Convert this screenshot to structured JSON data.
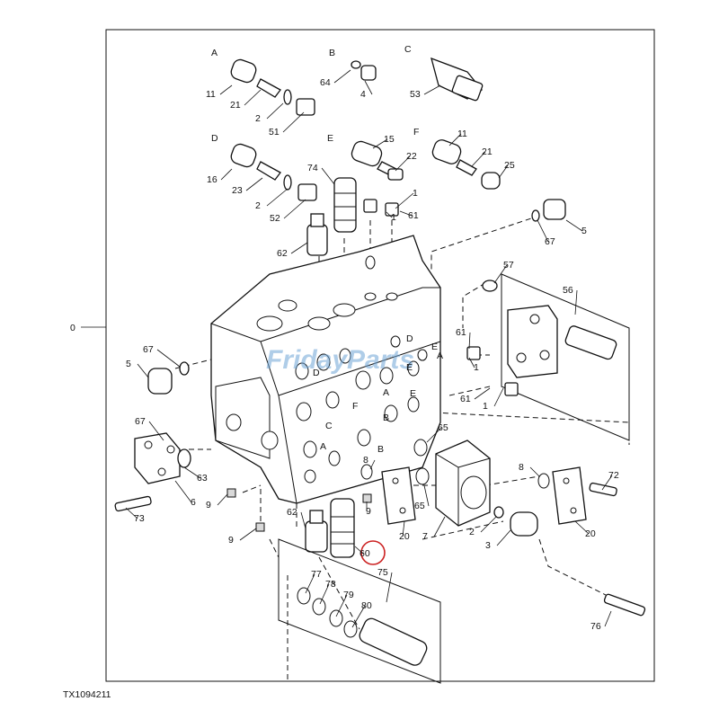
{
  "figure_code": "TX1094211",
  "assembly_label": "0",
  "watermark": "FridayParts",
  "highlight_color": "#cc2222",
  "highlighted_part": "60",
  "callouts": [
    "1",
    "1",
    "1",
    "1",
    "2",
    "2",
    "2",
    "3",
    "4",
    "5",
    "5",
    "6",
    "7",
    "8",
    "8",
    "9",
    "9",
    "9",
    "11",
    "11",
    "15",
    "16",
    "20",
    "20",
    "21",
    "21",
    "22",
    "23",
    "25",
    "51",
    "52",
    "53",
    "56",
    "57",
    "60",
    "61",
    "61",
    "61",
    "62",
    "62",
    "63",
    "64",
    "65",
    "65",
    "67",
    "67",
    "67",
    "72",
    "73",
    "74",
    "75",
    "76",
    "77",
    "78",
    "79",
    "80"
  ],
  "letters": [
    "A",
    "B",
    "C",
    "D",
    "E",
    "F",
    "A",
    "B",
    "C",
    "D",
    "E",
    "F",
    "A",
    "B",
    "D",
    "E",
    "A",
    "E"
  ]
}
